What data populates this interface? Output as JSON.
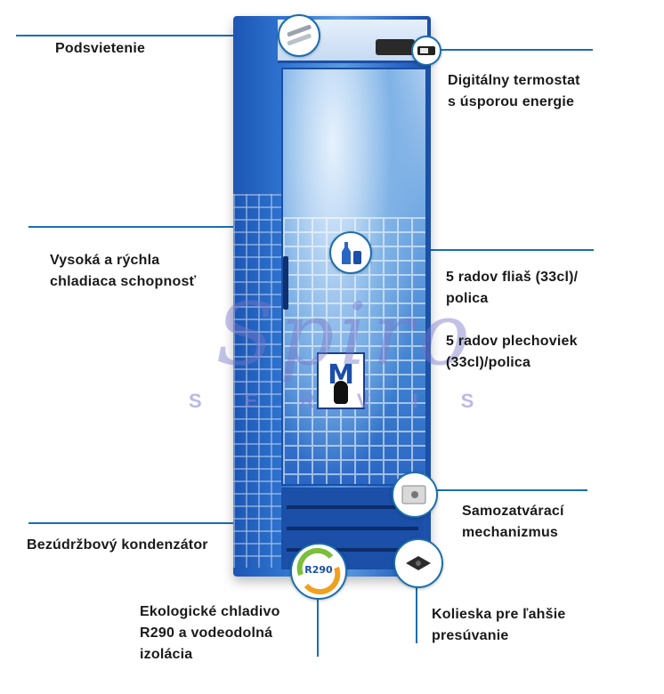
{
  "labels": {
    "podsvietenie": "Podsvietenie",
    "termostat_line1": "Digitálny termostat",
    "termostat_line2": "s úsporou energie",
    "chladiaca_line1": "Vysoká a rýchla",
    "chladiaca_line2": "chladiaca schopnosť",
    "flias_line1": "5 radov fliaš (33cl)/",
    "flias_line2": "polica",
    "plech_line1": "5 radov plechoviek",
    "plech_line2": "(33cl)/polica",
    "samozatv_line1": "Samozatvárací",
    "samozatv_line2": "mechanizmus",
    "kondenzator": "Bezúdržbový kondenzátor",
    "chladivo_line1": "Ekologické chladivo",
    "chladivo_line2": "R290 a vodeodolná",
    "chladivo_line3": "izolácia",
    "kolieska_line1": "Kolieska pre ľahšie",
    "kolieska_line2": "presúvanie"
  },
  "badge": {
    "r290": "R290"
  },
  "fridge_logo": {
    "letter": "M"
  },
  "watermark": {
    "script": "Spiro",
    "small": "SERVIS"
  },
  "colors": {
    "accent_line": "#1a6fb0",
    "fridge_blue": "#2a66c4",
    "text": "#1a1a1a"
  },
  "icons": [
    "led-tubes-icon",
    "thermostat-display-icon",
    "bottle-can-icon",
    "door-hinge-icon",
    "r290-leaf-icon",
    "caster-wheel-icon"
  ]
}
